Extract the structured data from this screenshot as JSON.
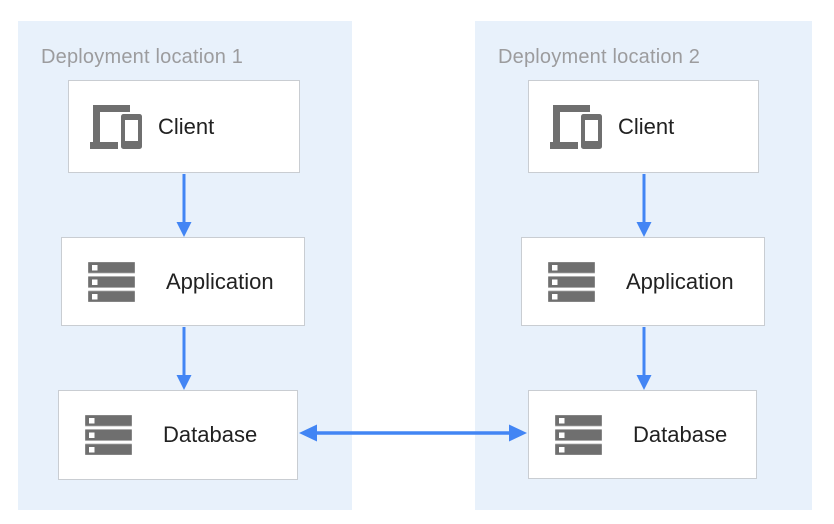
{
  "diagram": {
    "panels": [
      {
        "title": "Deployment location 1",
        "nodes": [
          {
            "id": "client-1",
            "label": "Client",
            "icon": "devices-icon"
          },
          {
            "id": "application-1",
            "label": "Application",
            "icon": "server-stack-icon"
          },
          {
            "id": "database-1",
            "label": "Database",
            "icon": "server-stack-icon"
          }
        ]
      },
      {
        "title": "Deployment location 2",
        "nodes": [
          {
            "id": "client-2",
            "label": "Client",
            "icon": "devices-icon"
          },
          {
            "id": "application-2",
            "label": "Application",
            "icon": "server-stack-icon"
          },
          {
            "id": "database-2",
            "label": "Database",
            "icon": "server-stack-icon"
          }
        ]
      }
    ],
    "connections": [
      {
        "from": "client-1",
        "to": "application-1",
        "direction": "down"
      },
      {
        "from": "application-1",
        "to": "database-1",
        "direction": "down"
      },
      {
        "from": "client-2",
        "to": "application-2",
        "direction": "down"
      },
      {
        "from": "application-2",
        "to": "database-2",
        "direction": "down"
      },
      {
        "from": "database-1",
        "to": "database-2",
        "direction": "bidirectional"
      }
    ],
    "colors": {
      "panel_background": "#e8f1fb",
      "arrow": "#4285f4",
      "icon": "#6f6f6f",
      "title_text": "#9c9c9e",
      "node_text": "#212121",
      "node_border": "#c9cdd2",
      "node_background": "#ffffff"
    }
  }
}
